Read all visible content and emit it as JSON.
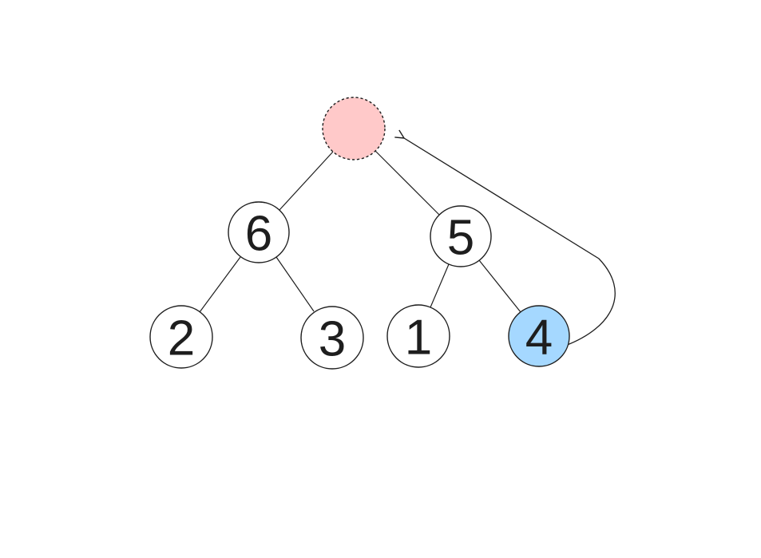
{
  "diagram": {
    "type": "binary-tree",
    "background": "#ffffff",
    "stroke_color": "#1e1e1e",
    "nodes": [
      {
        "id": "root",
        "label": "",
        "fill": "#ffc9c9",
        "border_style": "dashed",
        "state": "empty-highlighted-root"
      },
      {
        "id": "6",
        "label": "6",
        "fill": "#ffffff",
        "border_style": "solid",
        "state": "normal"
      },
      {
        "id": "5",
        "label": "5",
        "fill": "#ffffff",
        "border_style": "solid",
        "state": "normal"
      },
      {
        "id": "2",
        "label": "2",
        "fill": "#ffffff",
        "border_style": "solid",
        "state": "normal"
      },
      {
        "id": "3",
        "label": "3",
        "fill": "#ffffff",
        "border_style": "solid",
        "state": "normal"
      },
      {
        "id": "1",
        "label": "1",
        "fill": "#ffffff",
        "border_style": "solid",
        "state": "normal"
      },
      {
        "id": "4",
        "label": "4",
        "fill": "#a5d8ff",
        "border_style": "solid",
        "state": "highlighted"
      }
    ],
    "edges": [
      {
        "from": "root",
        "to": "6"
      },
      {
        "from": "root",
        "to": "5"
      },
      {
        "from": "6",
        "to": "2"
      },
      {
        "from": "6",
        "to": "3"
      },
      {
        "from": "5",
        "to": "1"
      },
      {
        "from": "5",
        "to": "4"
      }
    ],
    "annotation_arrow": {
      "from": "4",
      "to": "root",
      "style": "curved-with-arrowhead"
    }
  }
}
